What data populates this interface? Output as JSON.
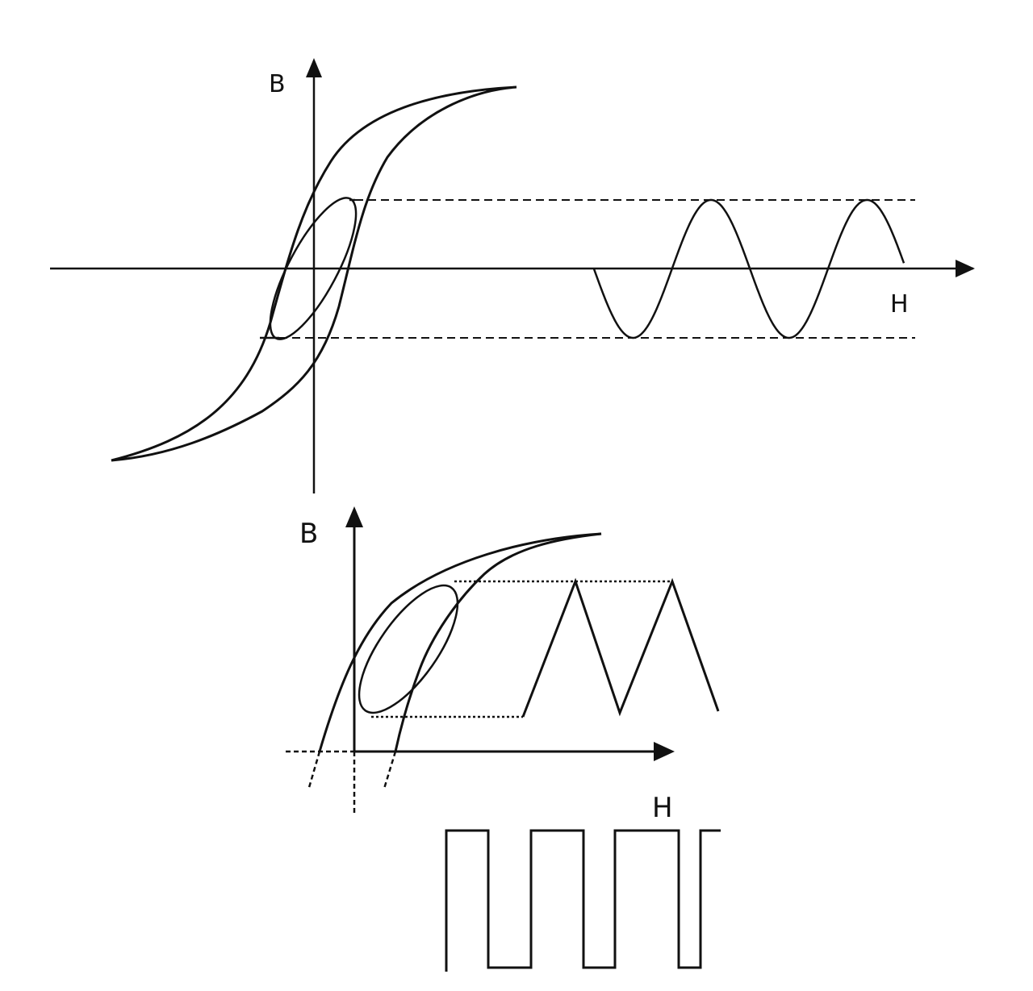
{
  "diagram": {
    "colors": {
      "stroke": "#111111",
      "background": "#ffffff"
    },
    "top_plot": {
      "y_axis_label": "B",
      "x_axis_label": "H"
    },
    "bottom_plot": {
      "y_axis_label": "B",
      "x_axis_label": "H"
    }
  }
}
